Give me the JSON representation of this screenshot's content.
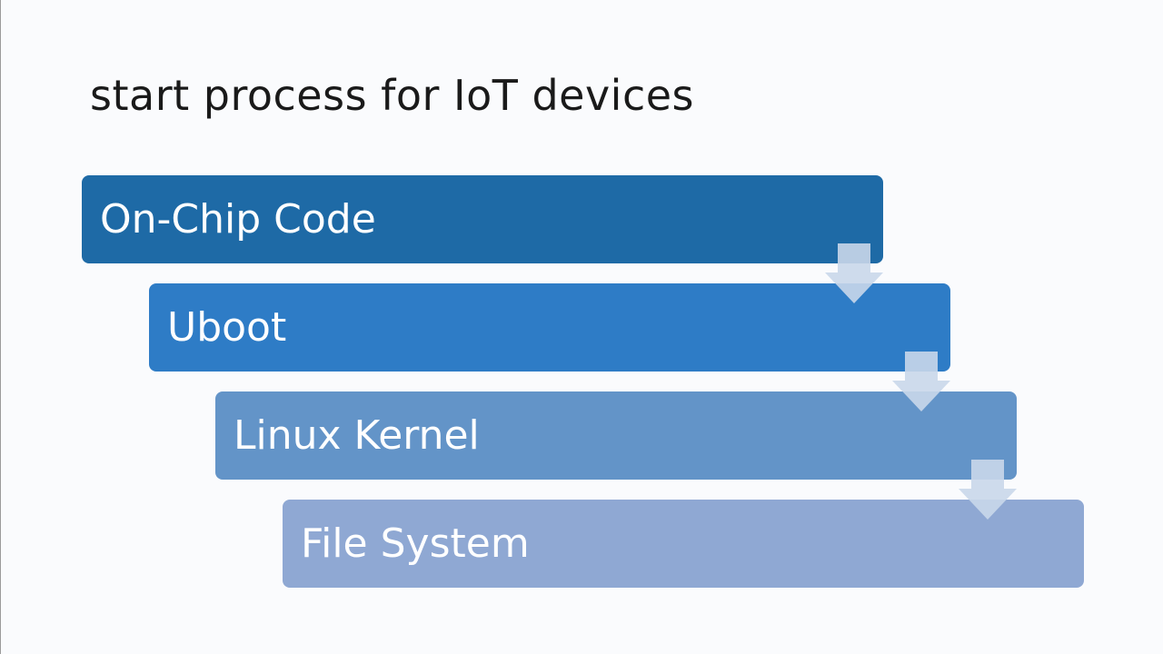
{
  "slide": {
    "title": "start process for IoT devices"
  },
  "steps": [
    {
      "label": "On-Chip Code",
      "color": "#1e6aa6"
    },
    {
      "label": "Uboot",
      "color": "#2e7cc6"
    },
    {
      "label": "Linux Kernel",
      "color": "#6394c8"
    },
    {
      "label": "File System",
      "color": "#8fa8d3"
    }
  ],
  "arrow_color": "#c9d7ea",
  "arrow_icon": "down-arrow-icon"
}
